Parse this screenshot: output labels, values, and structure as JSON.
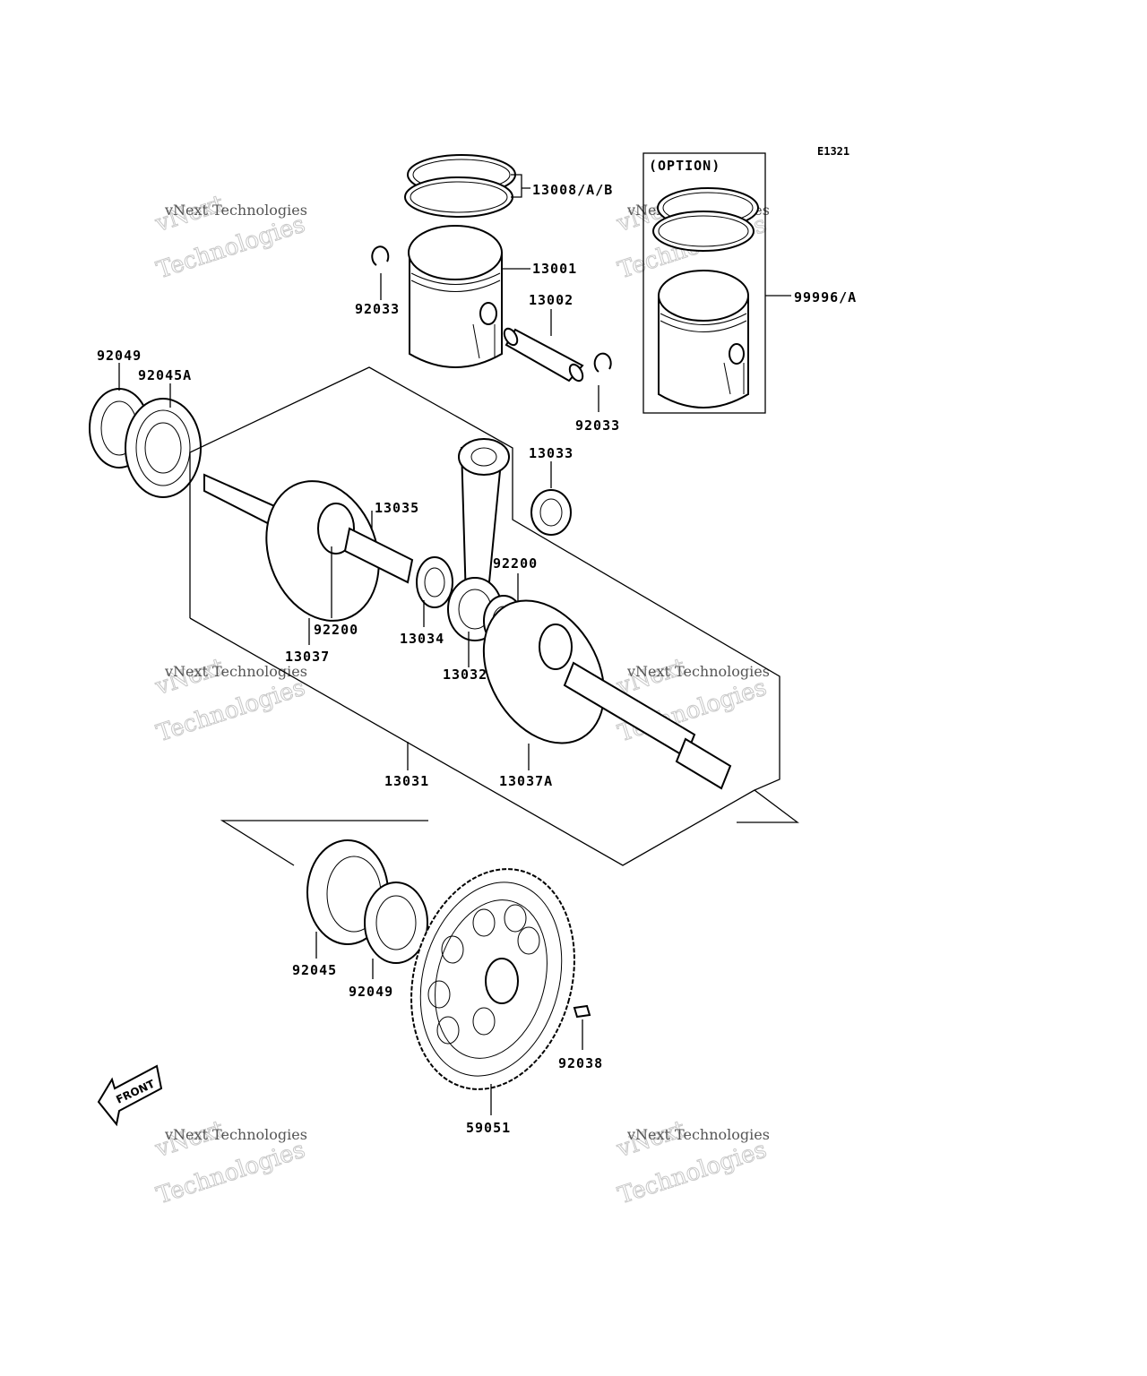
{
  "diagram_code": "E1321",
  "option_label": "(OPTION)",
  "front_label": "FRONT",
  "part_labels": {
    "p13008": "13008/A/B",
    "p13001": "13001",
    "p92033_a": "92033",
    "p13002": "13002",
    "p92033_b": "92033",
    "p99996": "99996/A",
    "p92049_a": "92049",
    "p92045A": "92045A",
    "p13033": "13033",
    "p13035": "13035",
    "p92200_a": "92200",
    "p92200_b": "92200",
    "p13037": "13037",
    "p13034": "13034",
    "p13032": "13032",
    "p13031": "13031",
    "p13037A": "13037A",
    "p92045": "92045",
    "p92049_b": "92049",
    "p92038": "92038",
    "p59051": "59051"
  },
  "watermarks": [
    {
      "line1": "vNext Technologies",
      "line2": "vNext",
      "line3": "Technologies"
    },
    {
      "line1": "vNext Technologies",
      "line2": "vNext",
      "line3": "Technologies"
    },
    {
      "line1": "vNext Technologies",
      "line2": "vNext",
      "line3": "Technologies"
    },
    {
      "line1": "vNext Technologies",
      "line2": "vNext",
      "line3": "Technologies"
    },
    {
      "line1": "vNext Technologies",
      "line2": "vNext",
      "line3": "Technologies"
    },
    {
      "line1": "vNext Technologies",
      "line2": "vNext",
      "line3": "Technologies"
    }
  ]
}
